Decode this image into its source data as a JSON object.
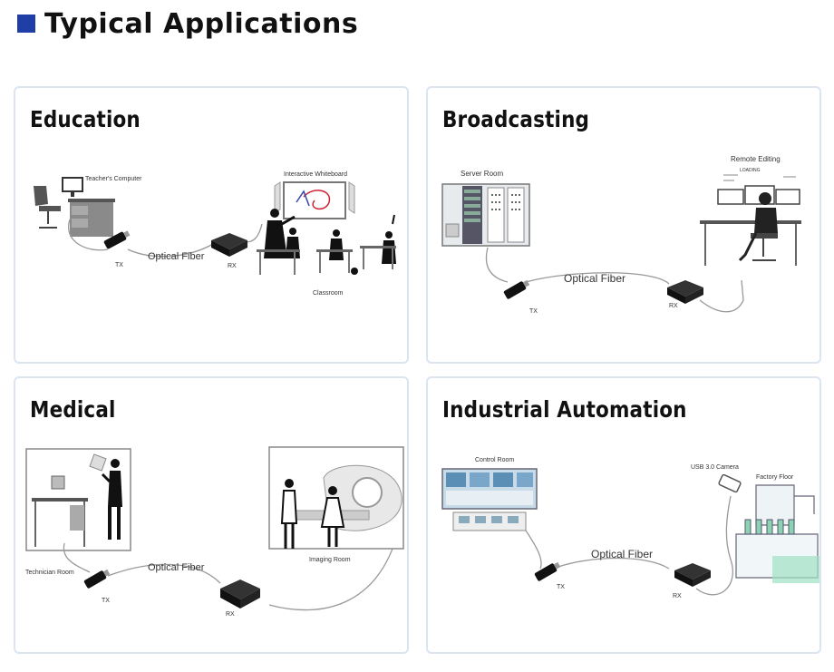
{
  "page": {
    "title": "Typical Applications",
    "accent": "#1f3fa6",
    "border": "#dbe5f2"
  },
  "cards": {
    "education": {
      "title": "Education",
      "teacher": "Teacher's Computer",
      "whiteboard": "Interactive Whiteboard",
      "classroom": "Classroom",
      "fiber": "Optical Fiber",
      "tx": "TX",
      "rx": "RX"
    },
    "broadcasting": {
      "title": "Broadcasting",
      "server": "Server Room",
      "remote": "Remote Editing",
      "loading": "LOADING",
      "fiber": "Optical Fiber",
      "tx": "TX",
      "rx": "RX"
    },
    "medical": {
      "title": "Medical",
      "technician": "Technician Room",
      "imaging": "Imaging Room",
      "fiber": "Optical Fiber",
      "tx": "TX",
      "rx": "RX"
    },
    "industrial": {
      "title": "Industrial Automation",
      "control": "Control Room",
      "camera": "USB 3.0 Camera",
      "factory": "Factory Floor",
      "fiber": "Optical Fiber",
      "tx": "TX",
      "rx": "RX"
    }
  }
}
